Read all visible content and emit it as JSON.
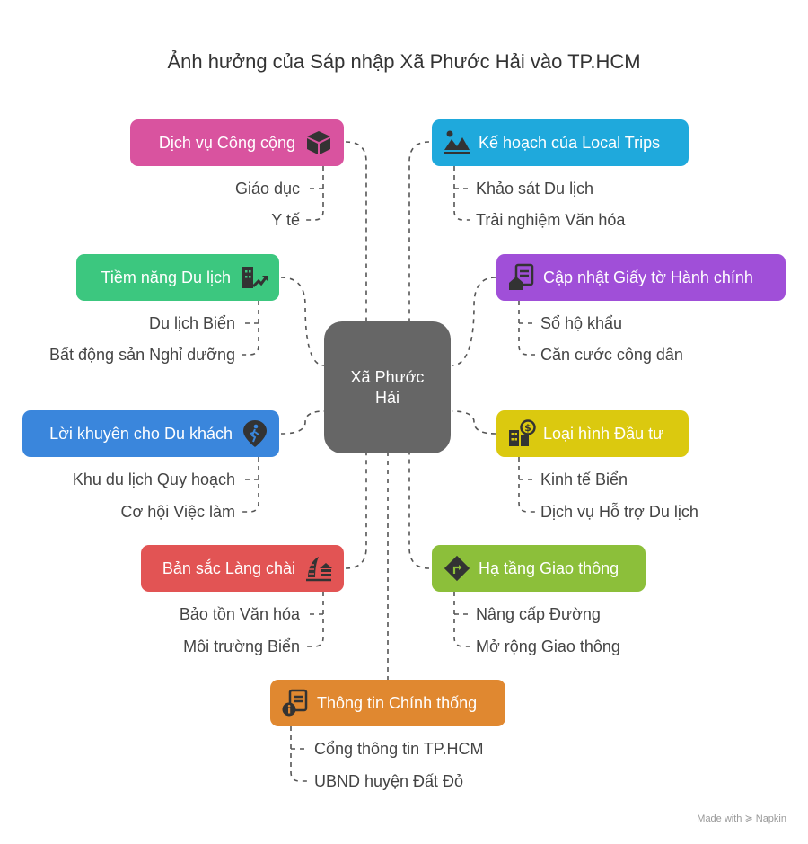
{
  "title": "Ảnh hưởng của Sáp nhập Xã Phước Hải vào TP.HCM",
  "center": "Xã Phước Hải",
  "branches": [
    {
      "label": "Dịch vụ Công cộng",
      "color": "#d9539f",
      "icon": "box-icon",
      "children": [
        "Giáo dục",
        "Y tế"
      ]
    },
    {
      "label": "Kế hoạch của Local Trips",
      "color": "#1fa9dc",
      "icon": "landscape-icon",
      "children": [
        "Khảo sát Du lịch",
        "Trải nghiệm Văn hóa"
      ]
    },
    {
      "label": "Tiềm năng Du lịch",
      "color": "#3cc77f",
      "icon": "growth-building-icon",
      "children": [
        "Du lịch Biển",
        "Bất động sản Nghỉ dưỡng"
      ]
    },
    {
      "label": "Cập nhật Giấy tờ Hành chính",
      "color": "#a04fd8",
      "icon": "home-document-icon",
      "children": [
        "Sổ hộ khẩu",
        "Căn cước công dân"
      ]
    },
    {
      "label": "Lời khuyên cho Du khách",
      "color": "#3a86dc",
      "icon": "traveler-icon",
      "children": [
        "Khu du lịch Quy hoạch",
        "Cơ hội Việc làm"
      ]
    },
    {
      "label": "Loại hình Đầu tư",
      "color": "#dbc90f",
      "icon": "investment-icon",
      "children": [
        "Kinh tế Biển",
        "Dịch vụ Hỗ trợ Du lịch"
      ]
    },
    {
      "label": "Bản sắc Làng chài",
      "color": "#e25454",
      "icon": "fishing-village-icon",
      "children": [
        "Bảo tồn Văn hóa",
        "Môi trường Biển"
      ]
    },
    {
      "label": "Hạ tầng Giao thông",
      "color": "#8cbf3a",
      "icon": "road-sign-icon",
      "children": [
        "Nâng cấp Đường",
        "Mở rộng Giao thông"
      ]
    },
    {
      "label": "Thông tin Chính thống",
      "color": "#e08830",
      "icon": "info-document-icon",
      "children": [
        "Cổng thông tin TP.HCM",
        "UBND huyện Đất Đỏ"
      ]
    }
  ],
  "footer": "Made with ≽ Napkin"
}
